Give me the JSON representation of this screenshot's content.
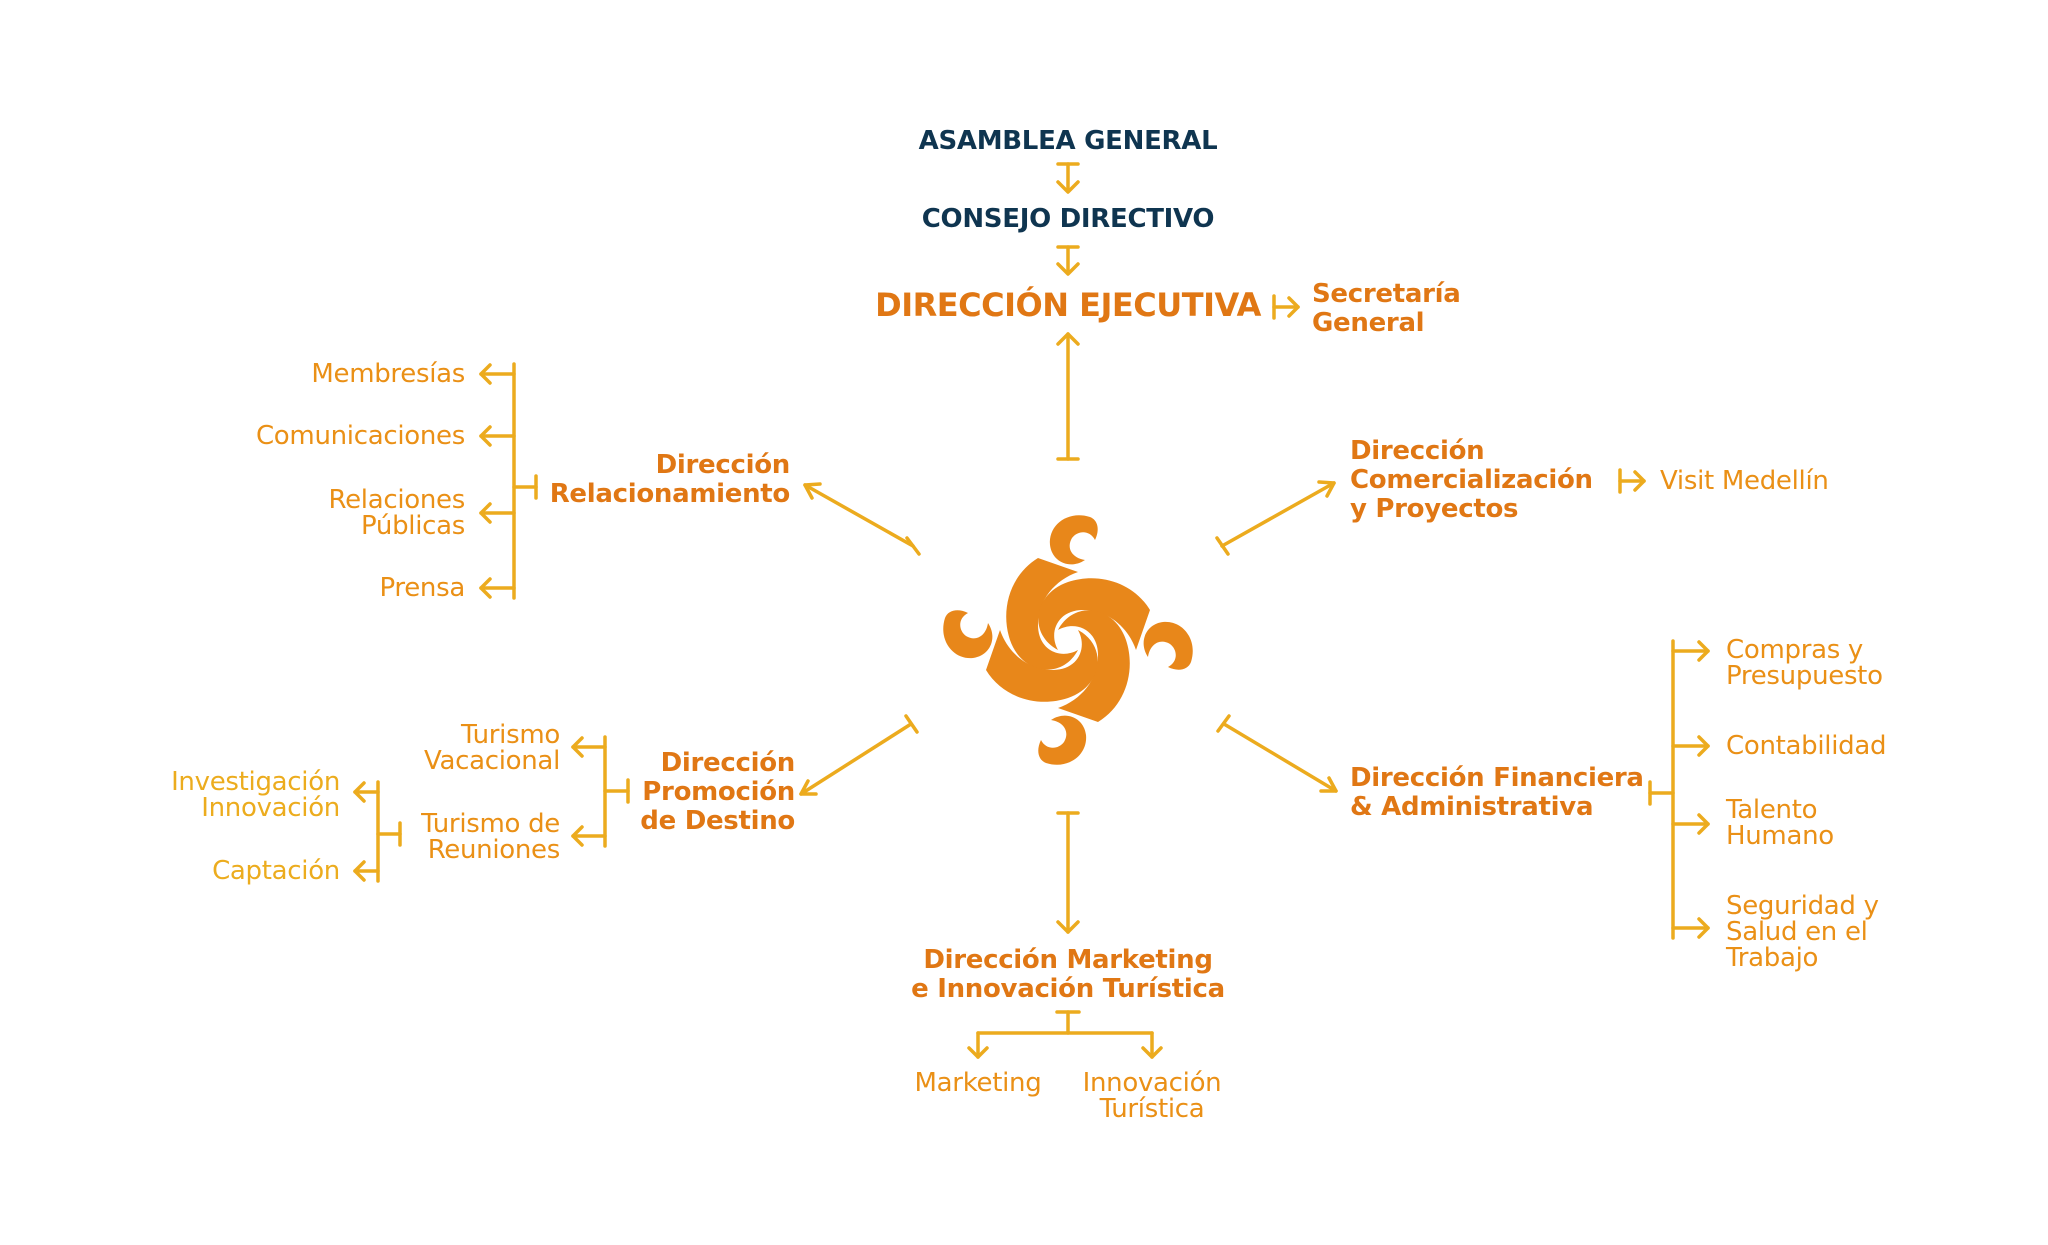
{
  "colors": {
    "navy": "#0f3550",
    "orange": "#e07714",
    "line": "#ecab1e",
    "logo": "#e8871a"
  },
  "top": {
    "asamblea": "ASAMBLEA GENERAL",
    "consejo": "CONSEJO DIRECTIVO",
    "ejecutiva": "DIRECCIÓN EJECUTIVA",
    "secretaria": "Secretaría\nGeneral"
  },
  "relacionamiento": {
    "title": "Dirección\nRelacionamiento",
    "items": [
      "Membresías",
      "Comunicaciones",
      "Relaciones\nPúblicas",
      "Prensa"
    ]
  },
  "comercializacion": {
    "title": "Dirección\nComercialización\ny Proyectos",
    "items": [
      "Visit Medellín"
    ]
  },
  "promocion": {
    "title": "Dirección\nPromoción\nde Destino",
    "items": [
      "Turismo\nVacacional",
      "Turismo de\nReuniones"
    ],
    "sub_items": [
      "Investigación\nInnovación",
      "Captación"
    ]
  },
  "financiera": {
    "title": "Dirección Financiera\n& Administrativa",
    "items": [
      "Compras y\nPresupuesto",
      "Contabilidad",
      "Talento\nHumano",
      "Seguridad y\nSalud en el\nTrabajo"
    ]
  },
  "marketing": {
    "title": "Dirección Marketing\ne Innovación Turística",
    "items": [
      "Marketing",
      "Innovación\nTurística"
    ]
  },
  "logo_icon": "pinwheel-logo-icon"
}
